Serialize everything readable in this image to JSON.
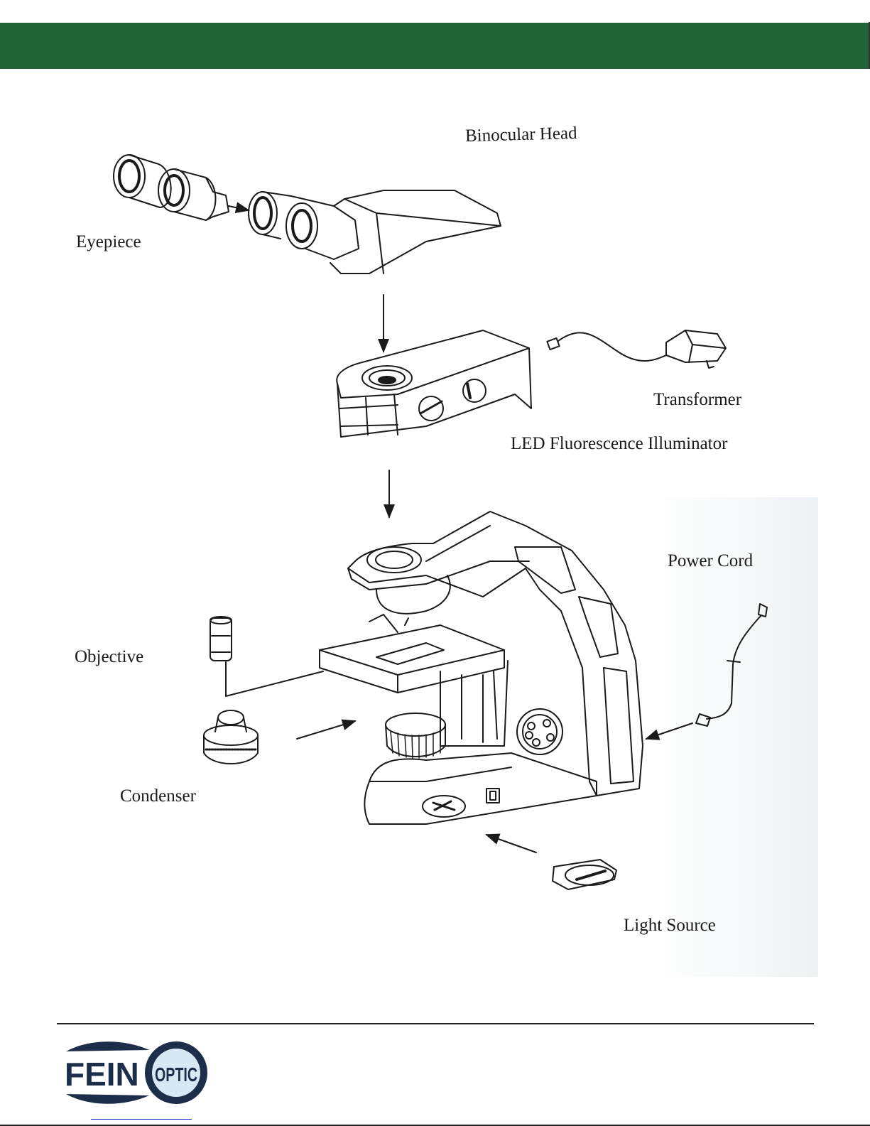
{
  "header": {
    "banner_color": "#1f6337"
  },
  "diagram": {
    "title": "Microscope assembly diagram",
    "labels": {
      "binocular_head": "Binocular Head",
      "eyepiece": "Eyepiece",
      "transformer": "Transformer",
      "led_illuminator": "LED Fluorescence Illuminator",
      "power_cord": "Power Cord",
      "objective": "Objective",
      "condenser": "Condenser",
      "light_source": "Light Source"
    }
  },
  "footer": {
    "logo": {
      "primary": "FEIN",
      "secondary": "OPTIC",
      "color": "#1c2e4a",
      "lens_color": "#d8e8f4"
    }
  }
}
